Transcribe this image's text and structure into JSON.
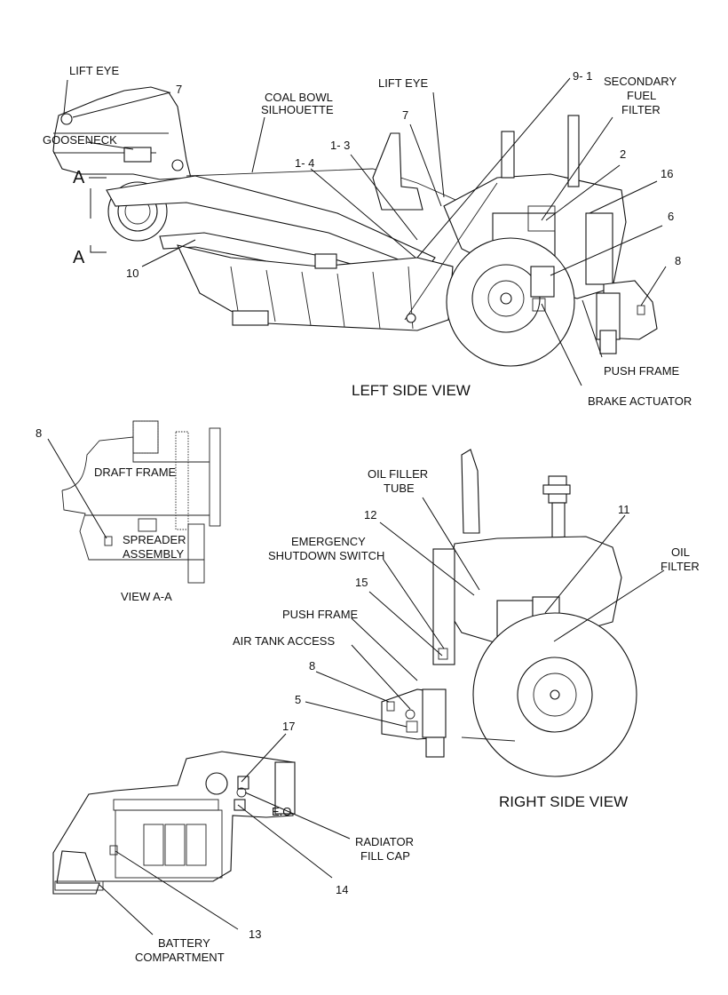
{
  "views": {
    "left_title": "LEFT SIDE VIEW",
    "right_title": "RIGHT SIDE VIEW",
    "section_title": "VIEW A-A"
  },
  "section_marker": {
    "top": "A",
    "bottom": "A"
  },
  "labels": {
    "lift_eye_left": "LIFT EYE",
    "gooseneck": "GOOSENECK",
    "coal_bowl_1": "COAL BOWL",
    "coal_bowl_2": "SILHOUETTE",
    "lift_eye_center": "LIFT EYE",
    "secondary_fuel_1": "SECONDARY",
    "secondary_fuel_2": "FUEL",
    "secondary_fuel_3": "FILTER",
    "push_frame_left": "PUSH FRAME",
    "brake_actuator": "BRAKE ACTUATOR",
    "draft_frame": "DRAFT FRAME",
    "spreader_1": "SPREADER",
    "spreader_2": "ASSEMBLY",
    "oil_filler_1": "OIL FILLER",
    "oil_filler_2": "TUBE",
    "emergency_1": "EMERGENCY",
    "emergency_2": "SHUTDOWN SWITCH",
    "push_frame_right": "PUSH FRAME",
    "air_tank": "AIR TANK ACCESS",
    "oil_filter_1": "OIL",
    "oil_filter_2": "FILTER",
    "radiator_1": "RADIATOR",
    "radiator_2": "FILL CAP",
    "battery_1": "BATTERY",
    "battery_2": "COMPARTMENT"
  },
  "callouts": {
    "c7a": "7",
    "c7b": "7",
    "c9_1": "9- 1",
    "c1_3": "1- 3",
    "c1_4": "1- 4",
    "c2": "2",
    "c16": "16",
    "c6": "6",
    "c8a": "8",
    "c10": "10",
    "c8b": "8",
    "c12": "12",
    "c11": "11",
    "c15": "15",
    "c8c": "8",
    "c5": "5",
    "c17": "17",
    "c14": "14",
    "c13": "13"
  },
  "small_text": {
    "eo": "E.O"
  }
}
